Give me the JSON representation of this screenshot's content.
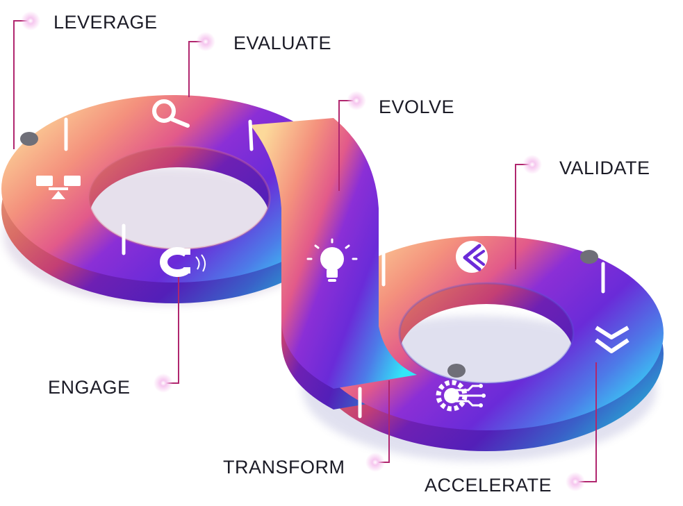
{
  "stages": [
    {
      "id": "leverage",
      "label": "LEVERAGE",
      "icon": "presentation-board-icon"
    },
    {
      "id": "evaluate",
      "label": "EVALUATE",
      "icon": "magnifier-icon"
    },
    {
      "id": "evolve",
      "label": "EVOLVE",
      "icon": "lightbulb-icon"
    },
    {
      "id": "validate",
      "label": "VALIDATE",
      "icon": "check-badge-icon"
    },
    {
      "id": "accelerate",
      "label": "ACCELERATE",
      "icon": "chevrons-down-icon"
    },
    {
      "id": "transform",
      "label": "TRANSFORM",
      "icon": "gear-circuit-icon"
    },
    {
      "id": "engage",
      "label": "ENGAGE",
      "icon": "magnet-icon"
    }
  ],
  "colors": {
    "warm_start": "#fcd99a",
    "warm_mid": "#f4917d",
    "pink": "#e25a8a",
    "violet": "#8b2fd6",
    "purple": "#6a2bd8",
    "blue": "#4d7be8",
    "cyan": "#32e6f8",
    "leader_line": "#b0266e",
    "glow": "#e87bd8",
    "label_text": "#1b1b26"
  }
}
